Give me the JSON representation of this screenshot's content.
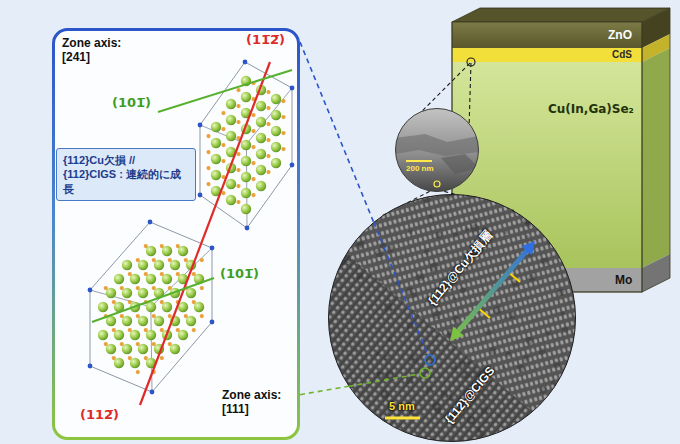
{
  "diagram": {
    "nodes": [
      {
        "text": [
          "Zone axis: [241]",
          "(11̅2̅)",
          "(101̅)",
          "(101̅)",
          "(112̅)",
          "Zone axis: [111]"
        ]
      },
      {
        "text": [
          "{112}Cu欠損 // {112}CIGS : 連続的に成長"
        ],
        "in": 0
      },
      {
        "text": [
          "ZnO"
        ]
      },
      {
        "text": [
          "CdS"
        ]
      },
      {
        "text": [
          "Cu(In,Ga)Se₂"
        ]
      },
      {
        "text": [
          "Mo"
        ]
      },
      {
        "text": [
          "200 nm"
        ]
      },
      {
        "text": [
          "{112}@Cu欠損層",
          "5 nm",
          "{112}@CIGS"
        ]
      }
    ],
    "edges": [
      {
        "from": 0,
        "to": 7,
        "arrow": "none"
      },
      {
        "from": 0,
        "to": 7,
        "arrow": "none"
      },
      {
        "from": 6,
        "to": 7,
        "arrow": "none"
      },
      {
        "from": 6,
        "to": 7,
        "arrow": "none"
      },
      {
        "from": 6,
        "to": 3,
        "arrow": "none"
      },
      {
        "from": 6,
        "to": 3,
        "arrow": "none"
      }
    ]
  }
}
